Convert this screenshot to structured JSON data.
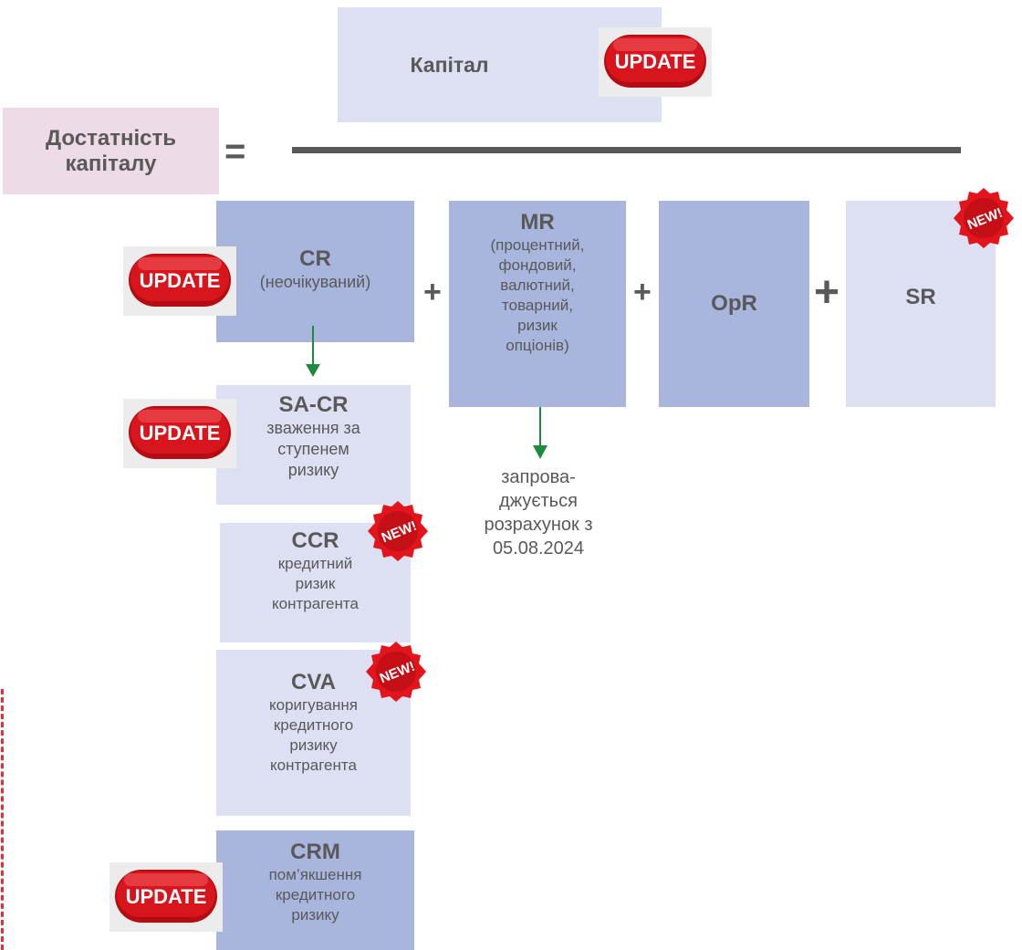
{
  "capital": {
    "title": "Капітал"
  },
  "adequacy": {
    "line1": "Достатність",
    "line2": "капіталу"
  },
  "equals": "=",
  "cr": {
    "title": "CR",
    "sub": "(неочікуваний)"
  },
  "mr": {
    "title": "MR",
    "lines": [
      "(процентний,",
      "фондовий,",
      "валютний,",
      "товарний,",
      "ризик",
      "опціонів)"
    ]
  },
  "opr": {
    "title": "OpR"
  },
  "sr": {
    "title": "SR"
  },
  "operators": [
    "+",
    "+",
    "+"
  ],
  "sacr": {
    "title": "SA-CR",
    "lines": [
      "зваження за",
      "ступенем",
      "ризику"
    ]
  },
  "ccr": {
    "title": "CCR",
    "lines": [
      "кредитний",
      "ризик",
      "контрагента"
    ]
  },
  "cva": {
    "title": "CVA",
    "lines": [
      "коригування",
      "кредитного",
      "ризику",
      "контрагента"
    ]
  },
  "crm": {
    "title": "CRM",
    "lines": [
      "пом’якшення",
      "кредитного",
      "ризику"
    ]
  },
  "mr_note": {
    "lines": [
      "запрова-",
      "джується",
      "розрахунок з",
      "05.08.2024"
    ]
  },
  "badges": {
    "update": "UPDATE",
    "new": "NEW!"
  },
  "colors": {
    "update_red": "#d8141c",
    "new_red": "#e3141b",
    "arrow_green": "#1e8a3e",
    "dark_box": "#a8b5dc",
    "light_box": "#dde0f2",
    "pink_box": "#eddbe7"
  }
}
